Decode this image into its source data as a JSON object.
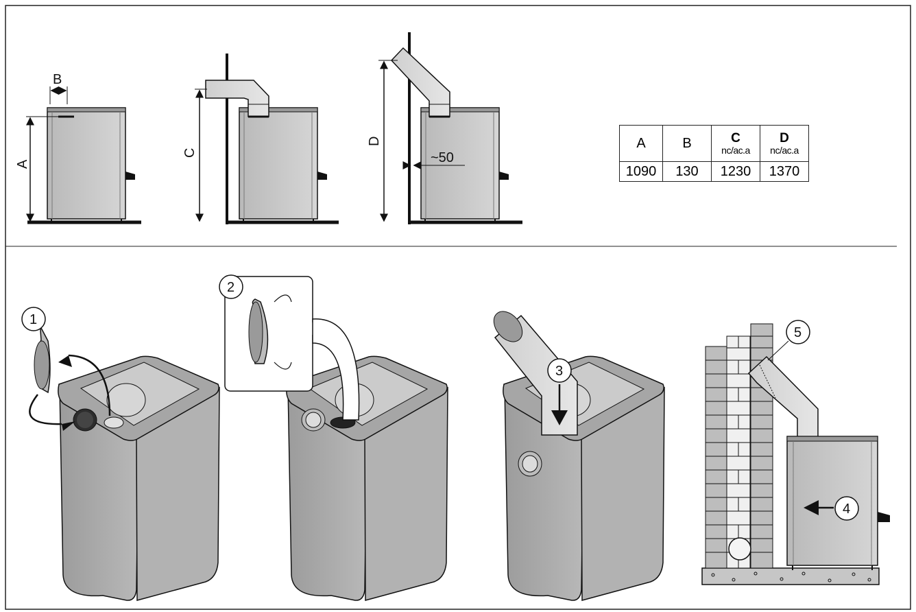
{
  "diagram": {
    "dimension_labels": [
      "B",
      "A",
      "C",
      "D"
    ],
    "offset_label": "~50",
    "step_numbers": [
      "1",
      "2",
      "3",
      "4",
      "5"
    ]
  },
  "table": {
    "headers": [
      {
        "label": "A",
        "sub": ""
      },
      {
        "label": "B",
        "sub": ""
      },
      {
        "label": "C",
        "sub": "nc/ac.a"
      },
      {
        "label": "D",
        "sub": "nc/ac.a"
      }
    ],
    "values": [
      "1090",
      "130",
      "1230",
      "1370"
    ]
  },
  "colors": {
    "stove_fill": "#a8a8a8",
    "stove_light": "#cfcfcf",
    "line": "#1a1a1a"
  }
}
